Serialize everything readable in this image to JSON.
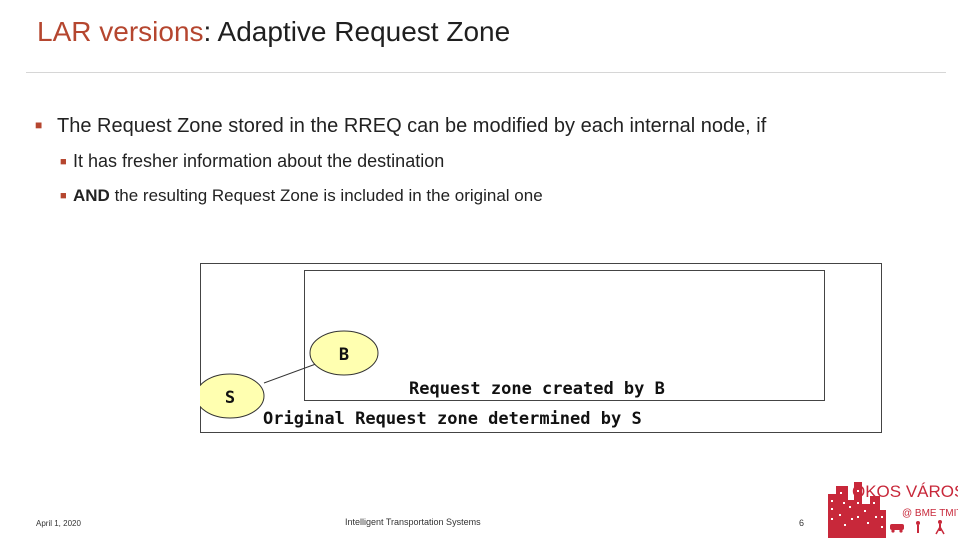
{
  "slide": {
    "title_accent": "LAR versions",
    "title_rest": ": Adaptive Request Zone",
    "bullets": {
      "main": "The Request Zone stored in the RREQ can be modified by each internal node, if",
      "sub1": "It has fresher information about the destination",
      "sub2_bold": "AND",
      "sub2_rest": " the resulting Request Zone is included in the original one"
    }
  },
  "diagram": {
    "node_b": "B",
    "node_s": "S",
    "label_inner": "Request zone created by B",
    "label_outer": "Original Request zone determined by S"
  },
  "footer": {
    "date": "April 1, 2020",
    "center": "Intelligent Transportation Systems",
    "page": "6"
  },
  "logo": {
    "line1": "OKOS VÁROS",
    "line2": "@ BME TMIT"
  },
  "colors": {
    "accent": "#b5462f",
    "node_fill": "#ffffb0",
    "logo_red": "#c8283a"
  }
}
